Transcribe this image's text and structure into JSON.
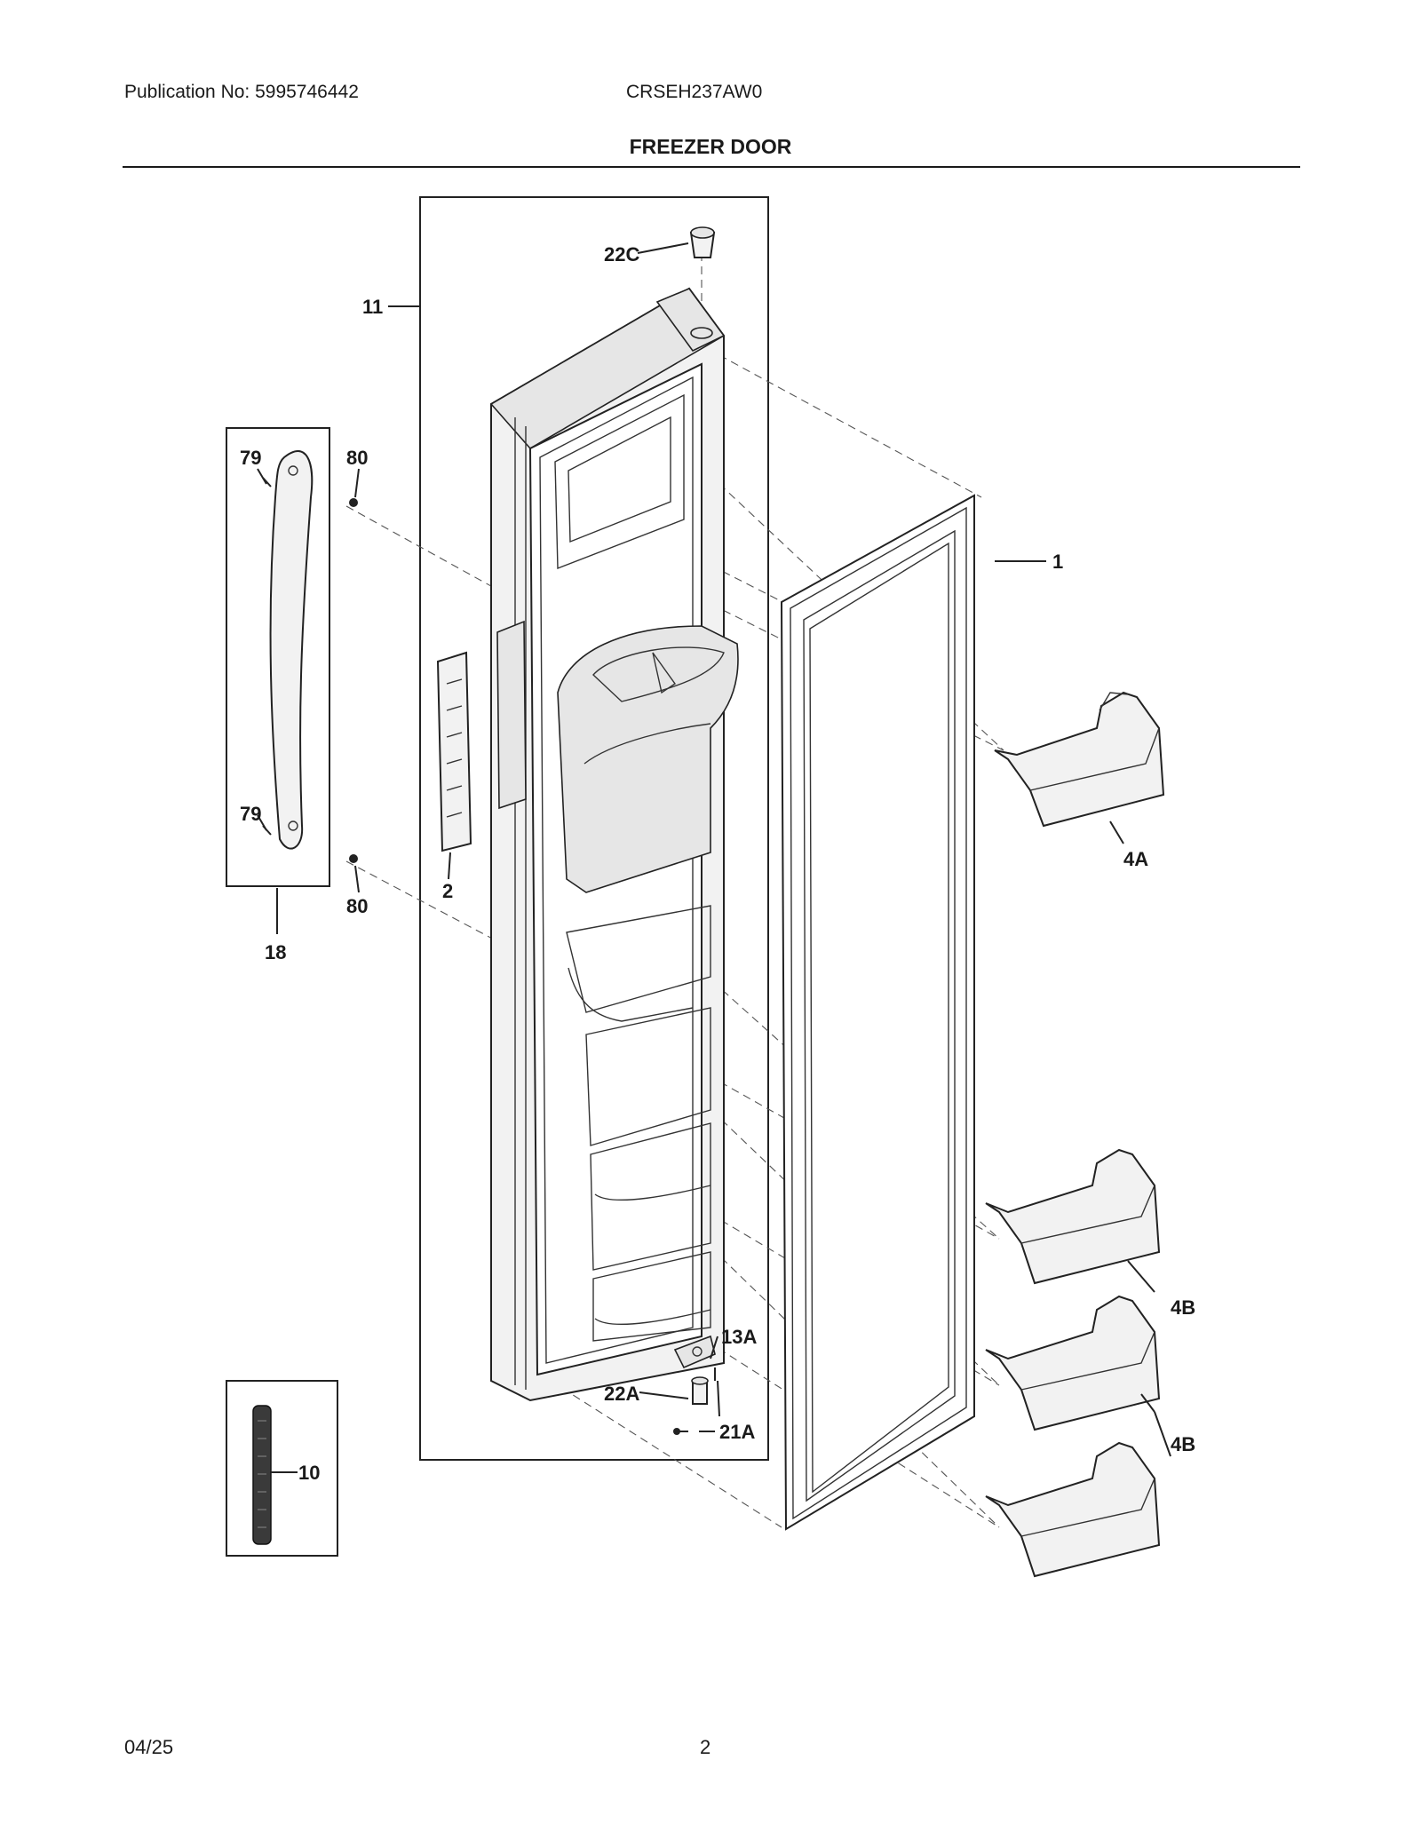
{
  "header": {
    "publication": "Publication No: 5995746442",
    "model": "CRSEH237AW0",
    "title": "FREEZER DOOR"
  },
  "callouts": {
    "c22C": "22C",
    "c11": "11",
    "c79a": "79",
    "c80a": "80",
    "c1": "1",
    "c79b": "79",
    "c80b": "80",
    "c2": "2",
    "c18": "18",
    "c4A": "4A",
    "c13A": "13A",
    "c22A": "22A",
    "c21A": "21A",
    "c10": "10",
    "c4B1": "4B",
    "c4B2": "4B"
  },
  "footer": {
    "date": "04/25",
    "page": "2"
  }
}
